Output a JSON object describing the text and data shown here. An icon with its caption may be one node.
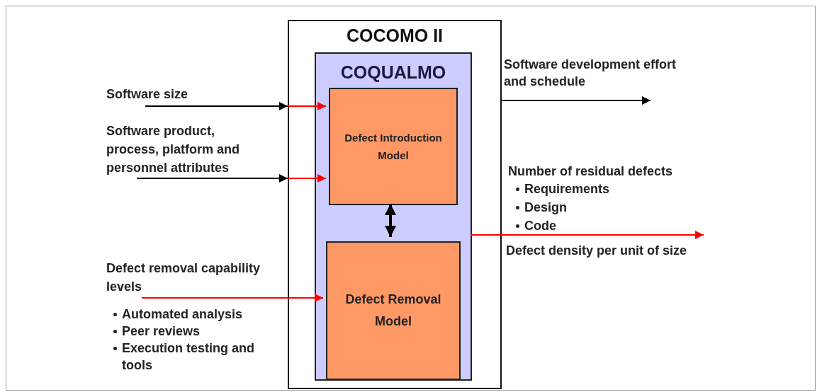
{
  "diagram": {
    "nodes": [
      {
        "text": [
          "COCOMO II"
        ]
      },
      {
        "text": [
          "COQUALMO"
        ],
        "in": 0
      },
      {
        "text": [
          "Defect Introduction Model"
        ],
        "in": 1
      },
      {
        "text": [
          "Defect Removal Model"
        ],
        "in": 1
      },
      {
        "text": [
          "Software size"
        ]
      },
      {
        "text": [
          "Software product, process, platform and personnel attributes"
        ]
      },
      {
        "text": [
          "Defect removal capability levels",
          "Automated analysis",
          "Peer reviews",
          "Execution testing and tools"
        ]
      }
    ],
    "edges": [
      {
        "from": 4,
        "to": 0,
        "arrow": "to"
      },
      {
        "from": 0,
        "to": 2,
        "arrow": "to",
        "color": "#ff0000"
      },
      {
        "from": 5,
        "to": 0,
        "arrow": "to"
      },
      {
        "from": 0,
        "to": 2,
        "arrow": "to",
        "color": "#ff0000"
      },
      {
        "from": 6,
        "to": 3,
        "arrow": "to",
        "color": "#ff0000"
      },
      {
        "from": 2,
        "to": 3,
        "arrow": "both",
        "style": "thick"
      },
      {
        "from": 0,
        "to": null,
        "arrow": "to"
      },
      {
        "from": 1,
        "to": null,
        "arrow": "to",
        "color": "#ff0000"
      }
    ],
    "labels": [
      "Software development effort and schedule",
      "Number of residual defects",
      "Requirements",
      "Design",
      "Code",
      "Defect density per unit of size"
    ]
  }
}
